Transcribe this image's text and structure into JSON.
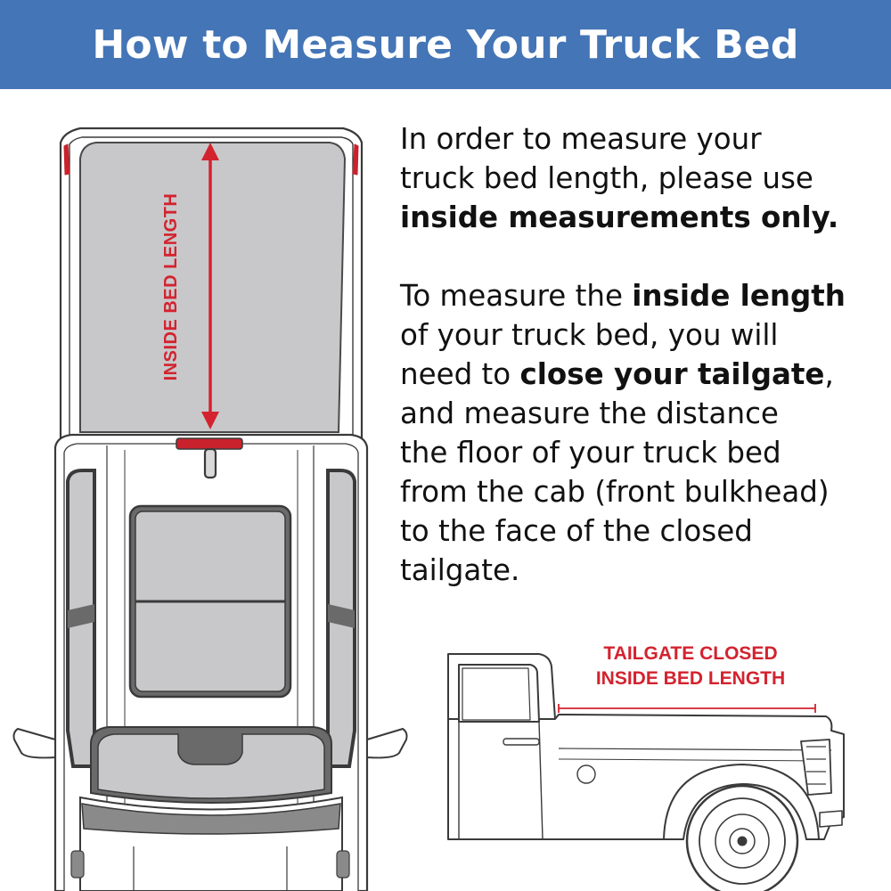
{
  "header": {
    "title": "How to Measure Your Truck Bed"
  },
  "top_view": {
    "bed_label": "INSIDE BED LENGTH"
  },
  "instructions": {
    "p1_l1": "In order to measure your",
    "p1_l2": "truck bed length, please use",
    "p1_l3_bold": "inside measurements only.",
    "p2_l1_pre": "To measure the ",
    "p2_l1_bold": "inside length",
    "p2_l2": "of your truck bed, you will",
    "p2_l3_pre": "need to ",
    "p2_l3_bold": "close your tailgate",
    "p2_l3_post": ",",
    "p2_l4": "and measure the distance",
    "p2_l5": "the floor of your truck bed",
    "p2_l6": "from the cab (front bulkhead)",
    "p2_l7": "to the face of the closed",
    "p2_l8": "tailgate."
  },
  "side_view": {
    "caption_l1": "TAILGATE CLOSED",
    "caption_l2": "INSIDE BED LENGTH"
  },
  "colors": {
    "banner": "#4475b6",
    "accent_red": "#d3232f",
    "bed_gray": "#c8c8ca"
  }
}
